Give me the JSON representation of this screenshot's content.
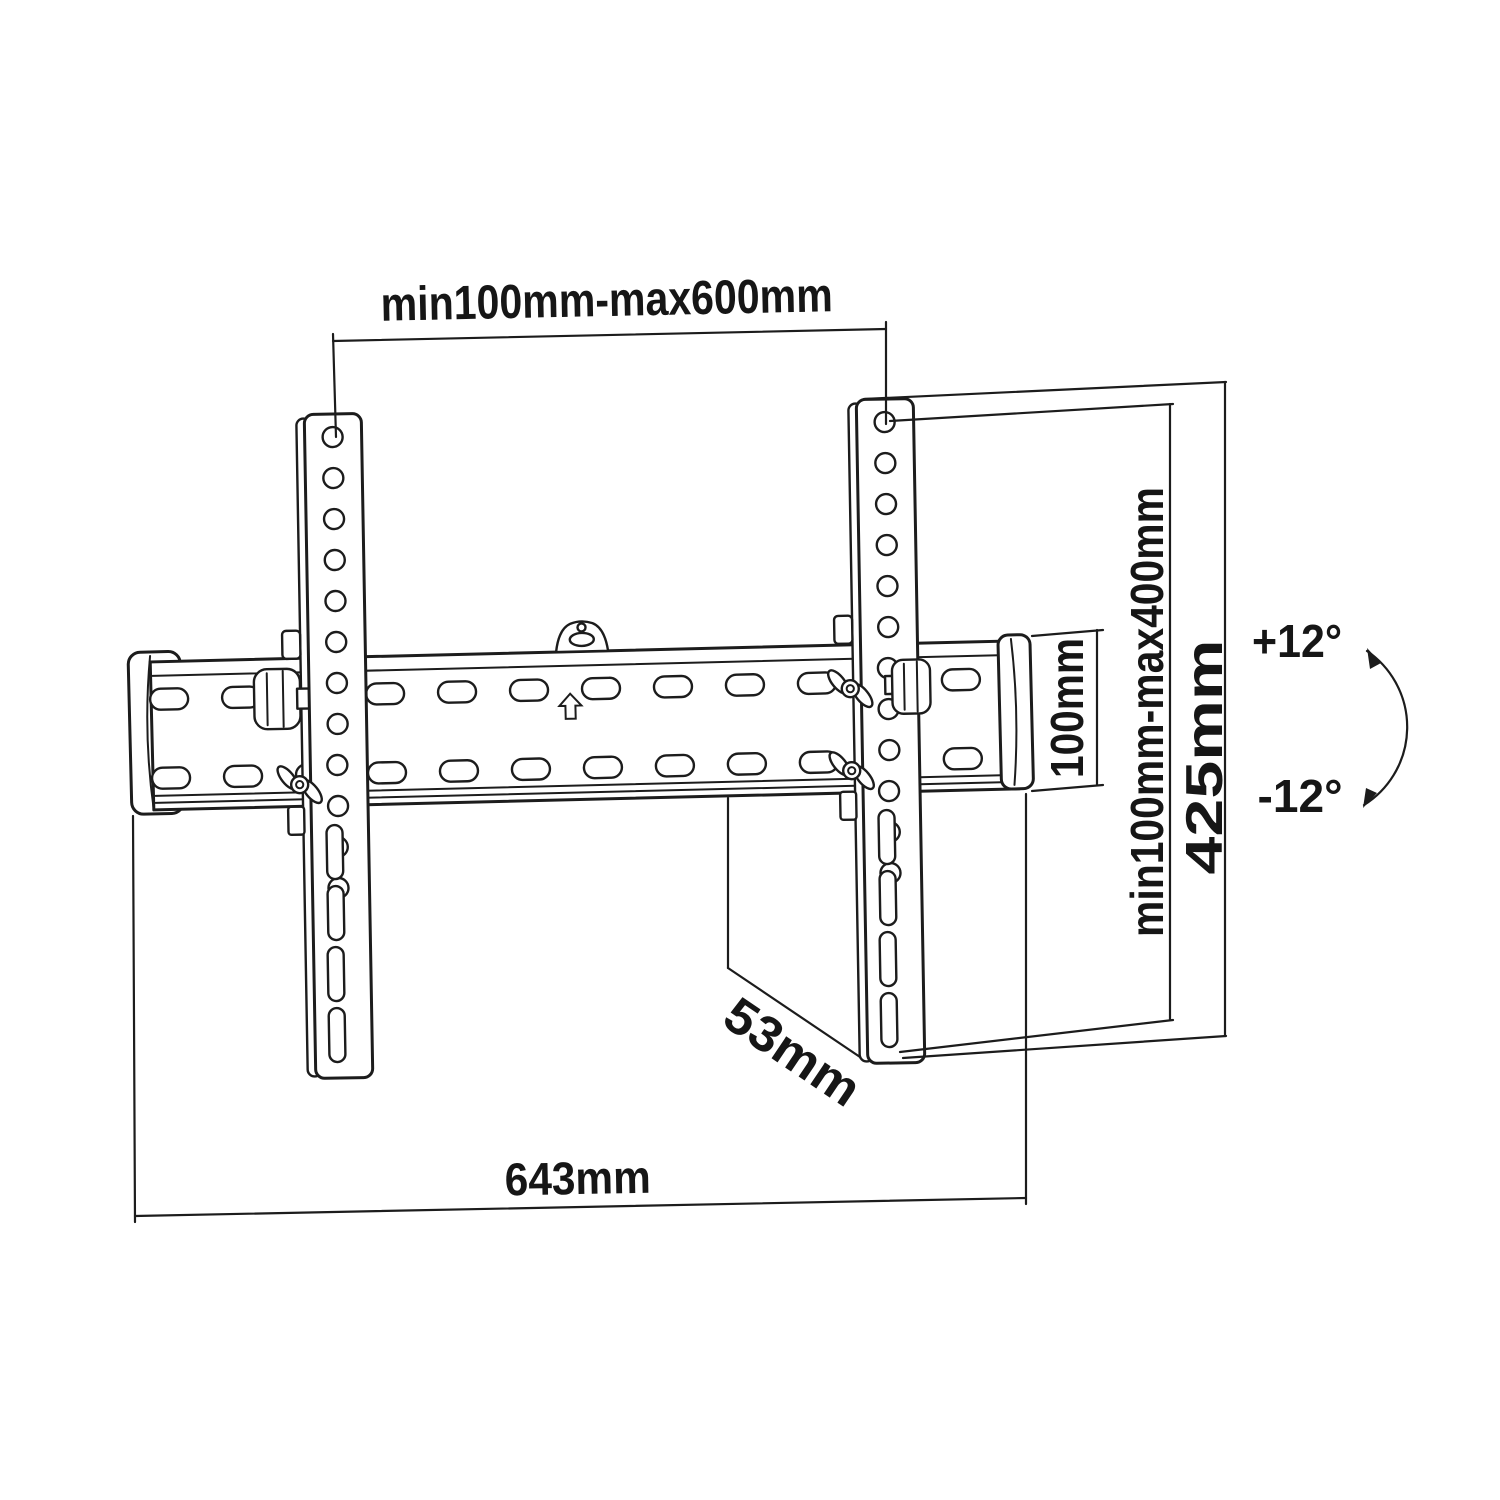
{
  "diagram": {
    "type": "technical-drawing",
    "subject": "Tilting TV wall mount bracket dimensional drawing",
    "background": "#ffffff",
    "line_color": "#1c1c1c",
    "labels": {
      "top_width": "min100mm-max600mm",
      "total_width": "643mm",
      "rail_height": "100mm",
      "vesa_height_range": "min100mm-max400mm",
      "bracket_height": "425mm",
      "tilt_up": "+12°",
      "tilt_down": "-12°",
      "depth": "53mm"
    }
  }
}
